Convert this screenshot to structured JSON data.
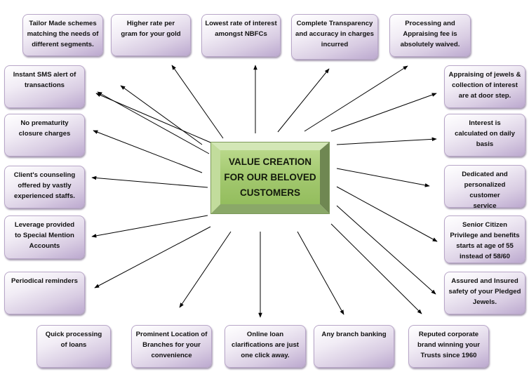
{
  "central_node": {
    "label": "VALUE CREATION\nFOR OUR BELOVED\nCUSTOMERS",
    "fill_color": "#a2c86e"
  },
  "box_color": "#d9cde3",
  "arrow_color": "#000000",
  "benefits": {
    "top": [
      {
        "id": "tailor-made",
        "text": "Tailor Made schemes matching the needs of different segments."
      },
      {
        "id": "higher-rate",
        "text": "Higher rate per gram for your gold"
      },
      {
        "id": "lowest-rate",
        "text": "Lowest rate of interest amongst NBFCs"
      },
      {
        "id": "transparency",
        "text": "Complete Transparency and accuracy in charges incurred"
      },
      {
        "id": "fee-waived",
        "text": "Processing and Appraising fee is absolutely waived."
      }
    ],
    "left": [
      {
        "id": "sms-alert",
        "text": "Instant SMS alert of transactions"
      },
      {
        "id": "no-prematurity",
        "text": "No prematurity closure charges"
      },
      {
        "id": "counseling",
        "text": "Client's counseling offered by vastly experienced staffs."
      },
      {
        "id": "leverage",
        "text": "Leverage provided to Special Mention Accounts"
      },
      {
        "id": "reminders",
        "text": "Periodical reminders"
      }
    ],
    "right": [
      {
        "id": "door-step",
        "text": "Appraising of jewels & collection of interest are at door step."
      },
      {
        "id": "daily-interest",
        "text": "Interest is calculated on daily basis"
      },
      {
        "id": "dedicated-service",
        "text": "Dedicated and personalized customer service"
      },
      {
        "id": "senior-citizen",
        "text": "Senior Citizen Privilege and benefits starts at age of 55 instead of 58/60"
      },
      {
        "id": "insured-safety",
        "text": "Assured and Insured safety of your Pledged Jewels."
      }
    ],
    "bottom": [
      {
        "id": "quick-processing",
        "text": "Quick processing of loans"
      },
      {
        "id": "prominent-location",
        "text": "Prominent Location of Branches for your convenience"
      },
      {
        "id": "online-loan",
        "text": "Online loan clarifications are just one click away."
      },
      {
        "id": "any-branch",
        "text": "Any branch banking"
      },
      {
        "id": "reputed-brand",
        "text": "Reputed corporate brand winning your Trusts since 1960"
      }
    ]
  }
}
